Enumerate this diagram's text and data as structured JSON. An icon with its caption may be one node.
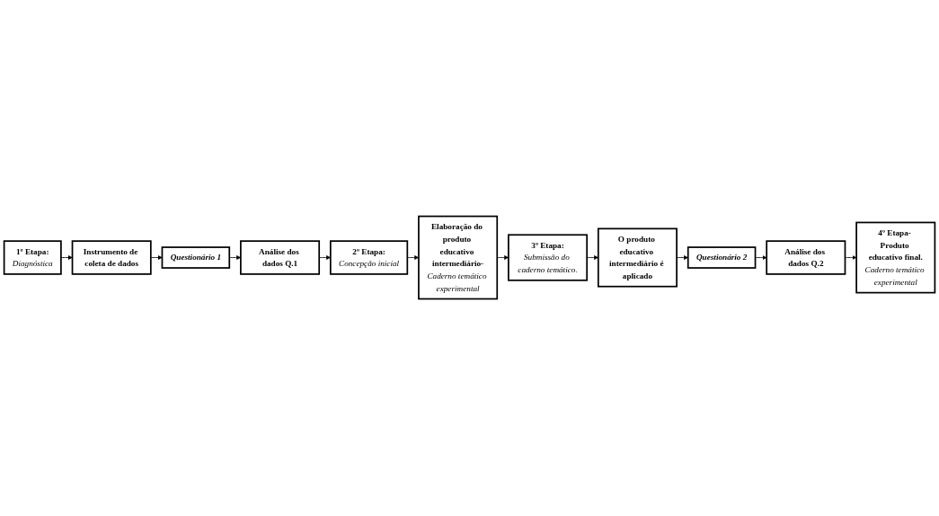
{
  "diagram": {
    "nodes": [
      {
        "text": [
          "1º Etapa:",
          "Diagnóstica"
        ]
      },
      {
        "text": [
          "Instrumento de coleta de dados"
        ]
      },
      {
        "text": [
          "Questionário 1"
        ]
      },
      {
        "text": [
          "Análise dos dados Q.1"
        ]
      },
      {
        "text": [
          "2º Etapa:",
          "Concepção inicial"
        ]
      },
      {
        "text": [
          "Elaboração do produto educativo intermediário-",
          "Caderno temático experimental"
        ]
      },
      {
        "text": [
          "3º Etapa:",
          "Submissão do caderno temático."
        ]
      },
      {
        "text": [
          "O produto educativo intermediário é aplicado"
        ]
      },
      {
        "text": [
          "Questionário 2"
        ]
      },
      {
        "text": [
          "Análise dos dados Q.2"
        ]
      },
      {
        "text": [
          "4º Etapa- Produto educativo final.",
          "Caderno temático experimental"
        ]
      }
    ],
    "edges": [
      {
        "from": 0,
        "to": 1,
        "arrow": "to"
      },
      {
        "from": 1,
        "to": 2,
        "arrow": "to"
      },
      {
        "from": 2,
        "to": 3,
        "arrow": "to"
      },
      {
        "from": 3,
        "to": 4,
        "arrow": "to"
      },
      {
        "from": 4,
        "to": 5,
        "arrow": "to"
      },
      {
        "from": 5,
        "to": 6,
        "arrow": "to"
      },
      {
        "from": 6,
        "to": 7,
        "arrow": "to"
      },
      {
        "from": 7,
        "to": 8,
        "arrow": "to"
      },
      {
        "from": 8,
        "to": 9,
        "arrow": "to"
      },
      {
        "from": 9,
        "to": 10,
        "arrow": "to"
      }
    ]
  }
}
